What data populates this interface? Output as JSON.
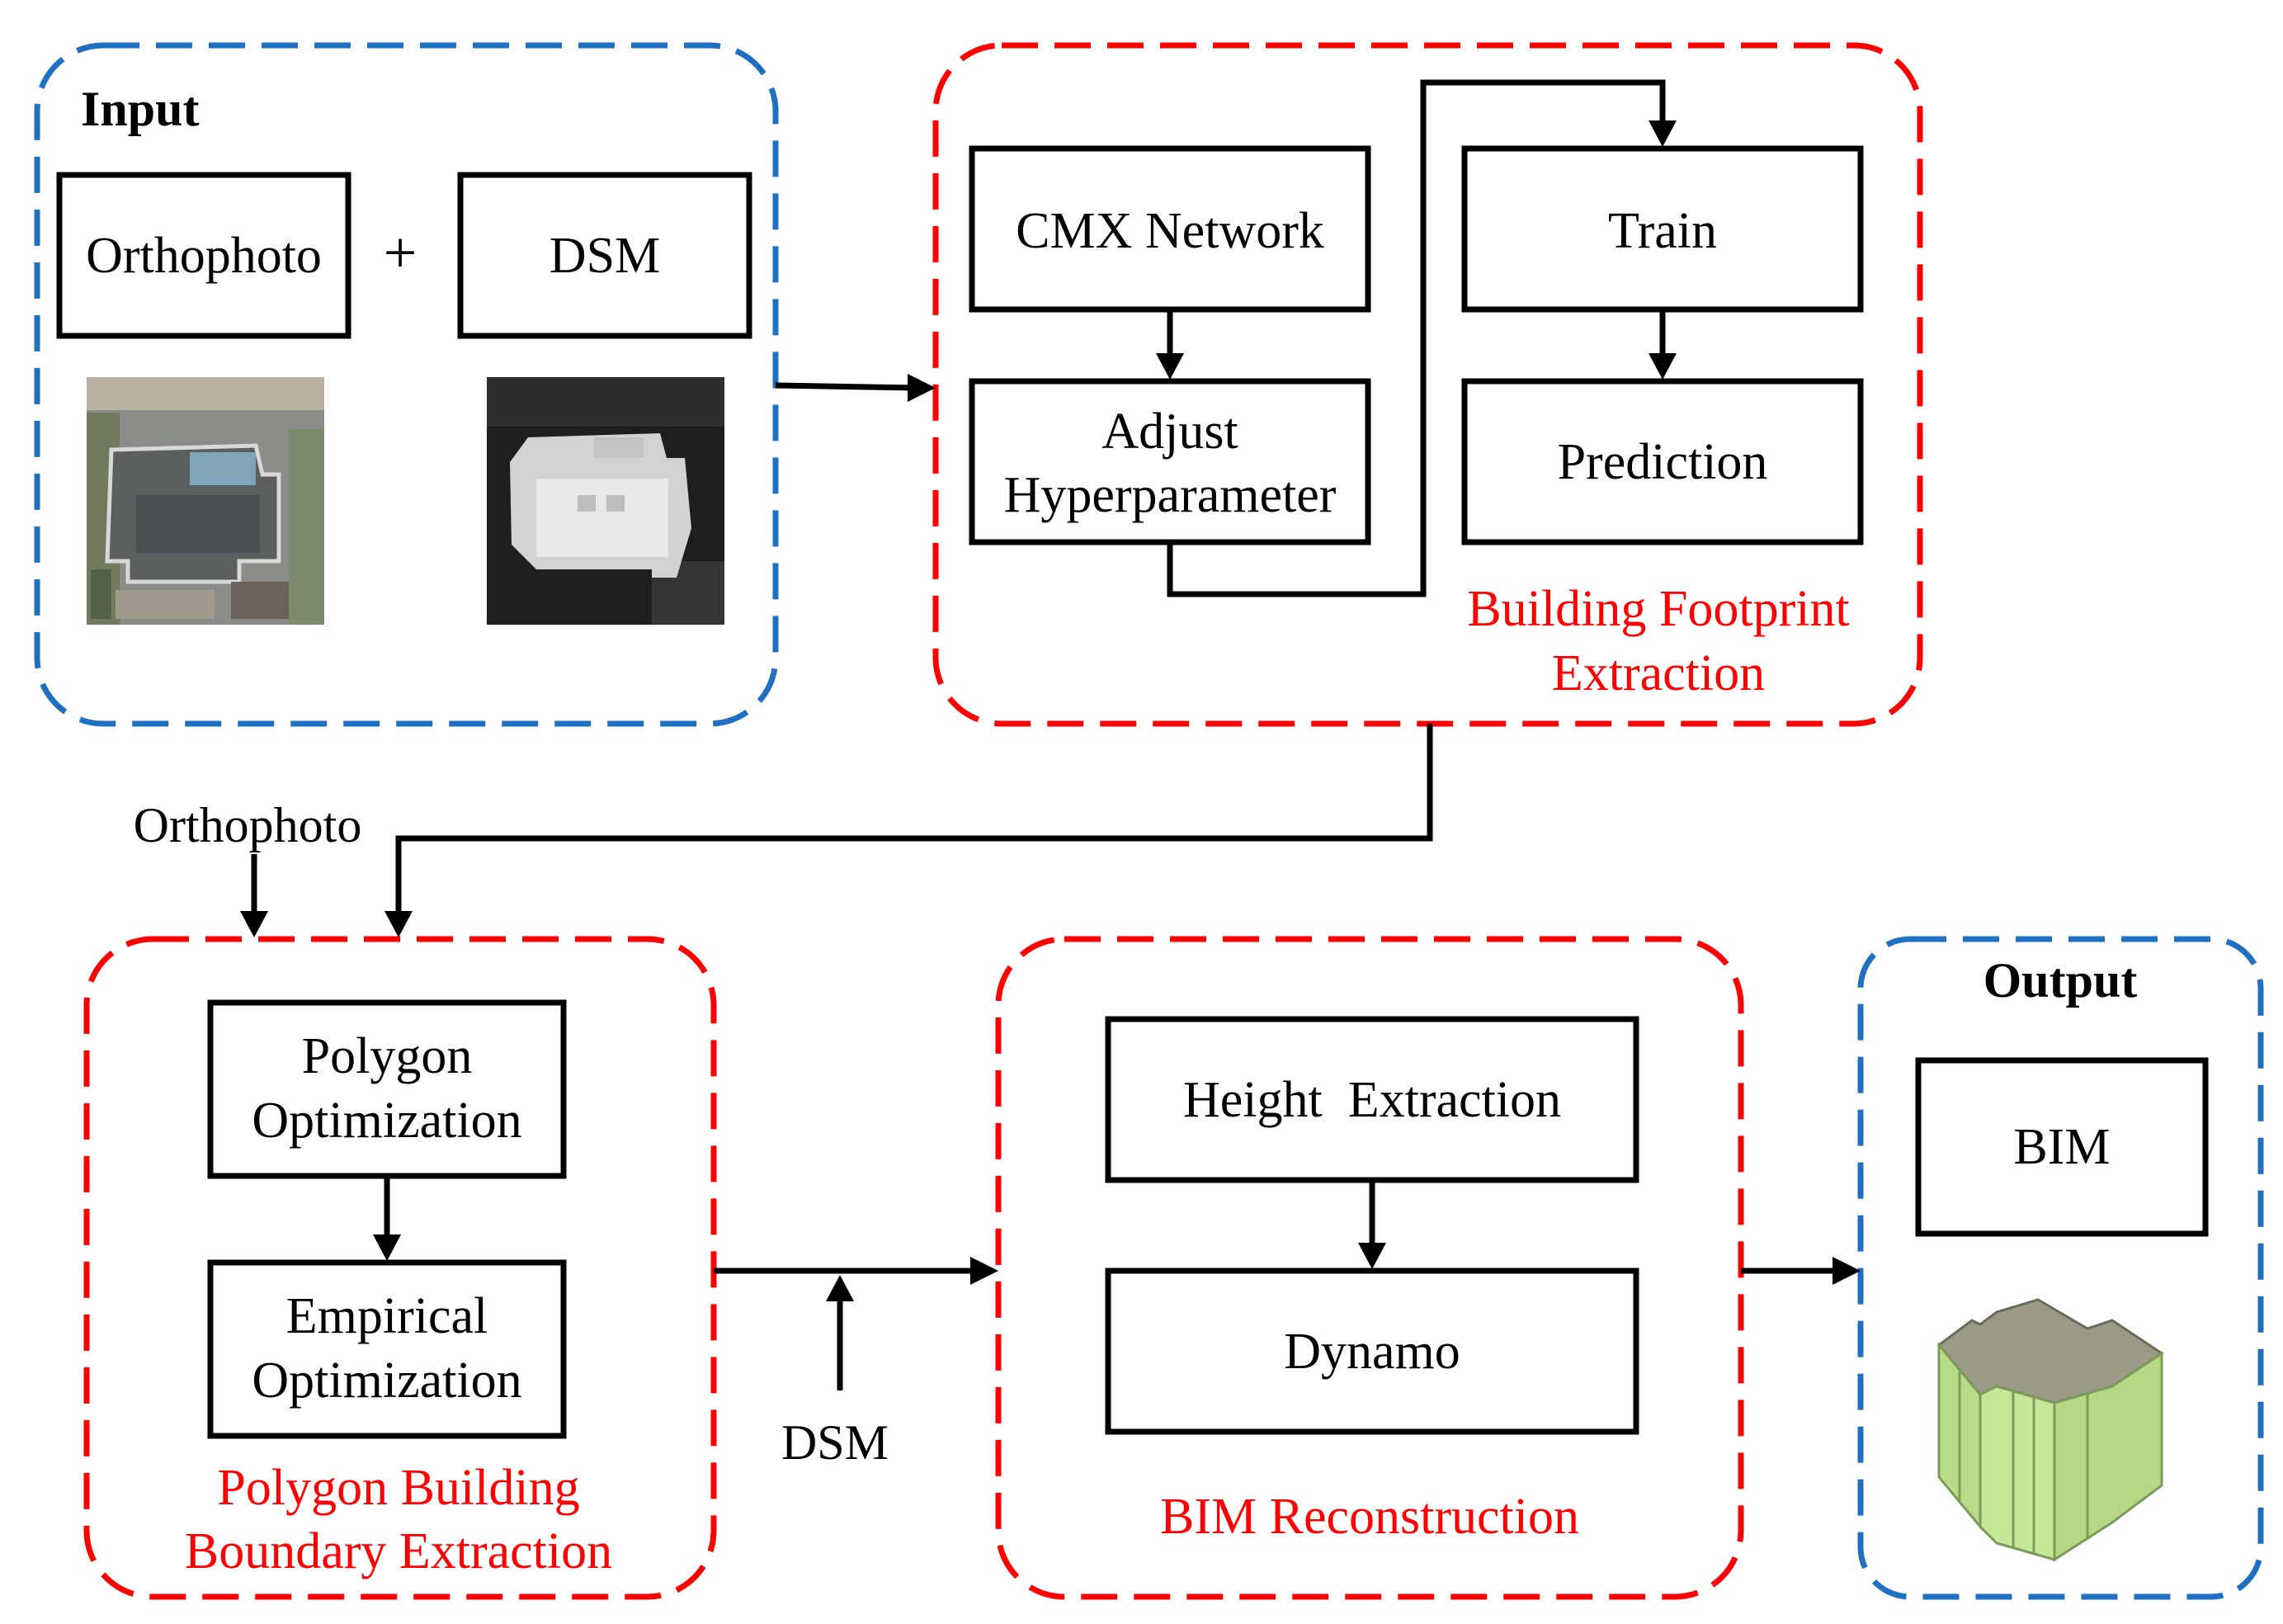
{
  "colors": {
    "group_red": "#ff0000",
    "group_blue": "#1f70c1",
    "box_stroke": "#000000",
    "caption": "#ff0000"
  },
  "input": {
    "heading": "Input",
    "orthophoto": "Orthophoto",
    "plus": "+",
    "dsm": "DSM",
    "orthophoto_image": "orthophoto-thumbnail",
    "dsm_image": "dsm-thumbnail"
  },
  "footprint": {
    "cmx": "CMX Network",
    "adjust_line1": "Adjust",
    "adjust_line2": "Hyperparameter",
    "train": "Train",
    "prediction": "Prediction",
    "caption_line1": "Building Footprint",
    "caption_line2": "Extraction"
  },
  "side_labels": {
    "orthophoto": "Orthophoto",
    "dsm": "DSM"
  },
  "polygon": {
    "opt_line1": "Polygon",
    "opt_line2": "Optimization",
    "emp_line1": "Empirical",
    "emp_line2": "Optimization",
    "caption_line1": "Polygon Building",
    "caption_line2": "Boundary Extraction"
  },
  "bim_recon": {
    "height": "Height  Extraction",
    "dynamo": "Dynamo",
    "caption": "BIM Reconstruction"
  },
  "output": {
    "heading": "Output",
    "bim": "BIM",
    "model_image": "bim-model-render"
  }
}
